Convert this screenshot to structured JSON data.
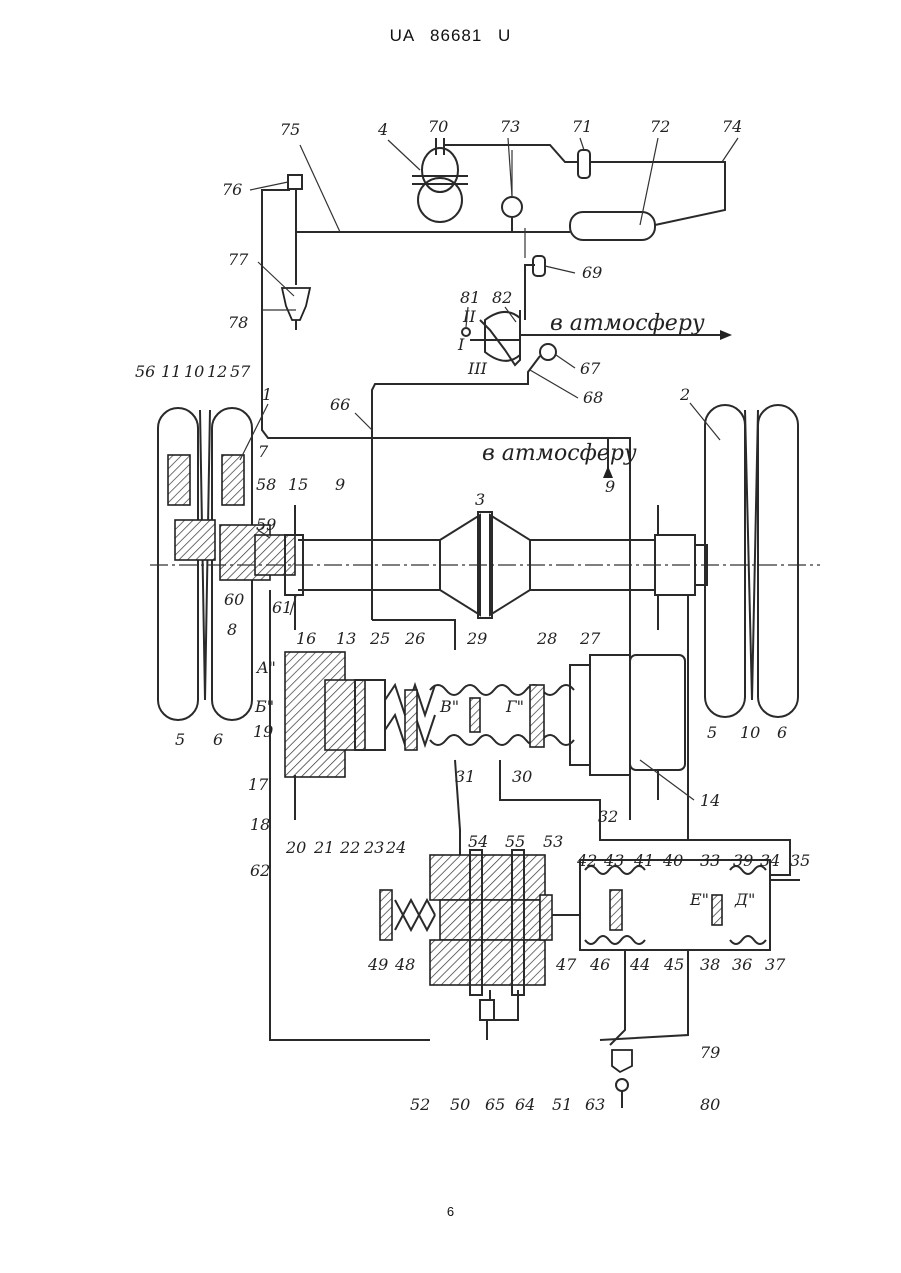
{
  "header": {
    "text": "UA   86681   U"
  },
  "page_number": "6",
  "drawing": {
    "notes": {
      "atmosphere_1": "в атмосферу",
      "atmosphere_2": "в атмосферу"
    },
    "roman": [
      "II",
      "I",
      "III"
    ],
    "zone_letters": [
      "A\"",
      "Б\"",
      "В\"",
      "Г\"",
      "Е\"",
      "Д\""
    ],
    "labels": [
      "75",
      "4",
      "70",
      "73",
      "71",
      "72",
      "74",
      "76",
      "77",
      "78",
      "81",
      "82",
      "69",
      "67",
      "68",
      "66",
      "2",
      "56",
      "11",
      "10",
      "12",
      "57",
      "1",
      "7",
      "58",
      "59",
      "15",
      "9",
      "3",
      "9",
      "60",
      "8",
      "61",
      "16",
      "13",
      "25",
      "26",
      "29",
      "28",
      "27",
      "19",
      "17",
      "18",
      "20",
      "21",
      "22",
      "23",
      "24",
      "31",
      "30",
      "14",
      "5",
      "6",
      "5",
      "10",
      "6",
      "62",
      "32",
      "54",
      "55",
      "53",
      "42",
      "43",
      "41",
      "40",
      "33",
      "39",
      "34",
      "35",
      "49",
      "48",
      "47",
      "46",
      "44",
      "45",
      "38",
      "36",
      "37",
      "52",
      "50",
      "65",
      "64",
      "51",
      "63",
      "79",
      "80"
    ]
  }
}
